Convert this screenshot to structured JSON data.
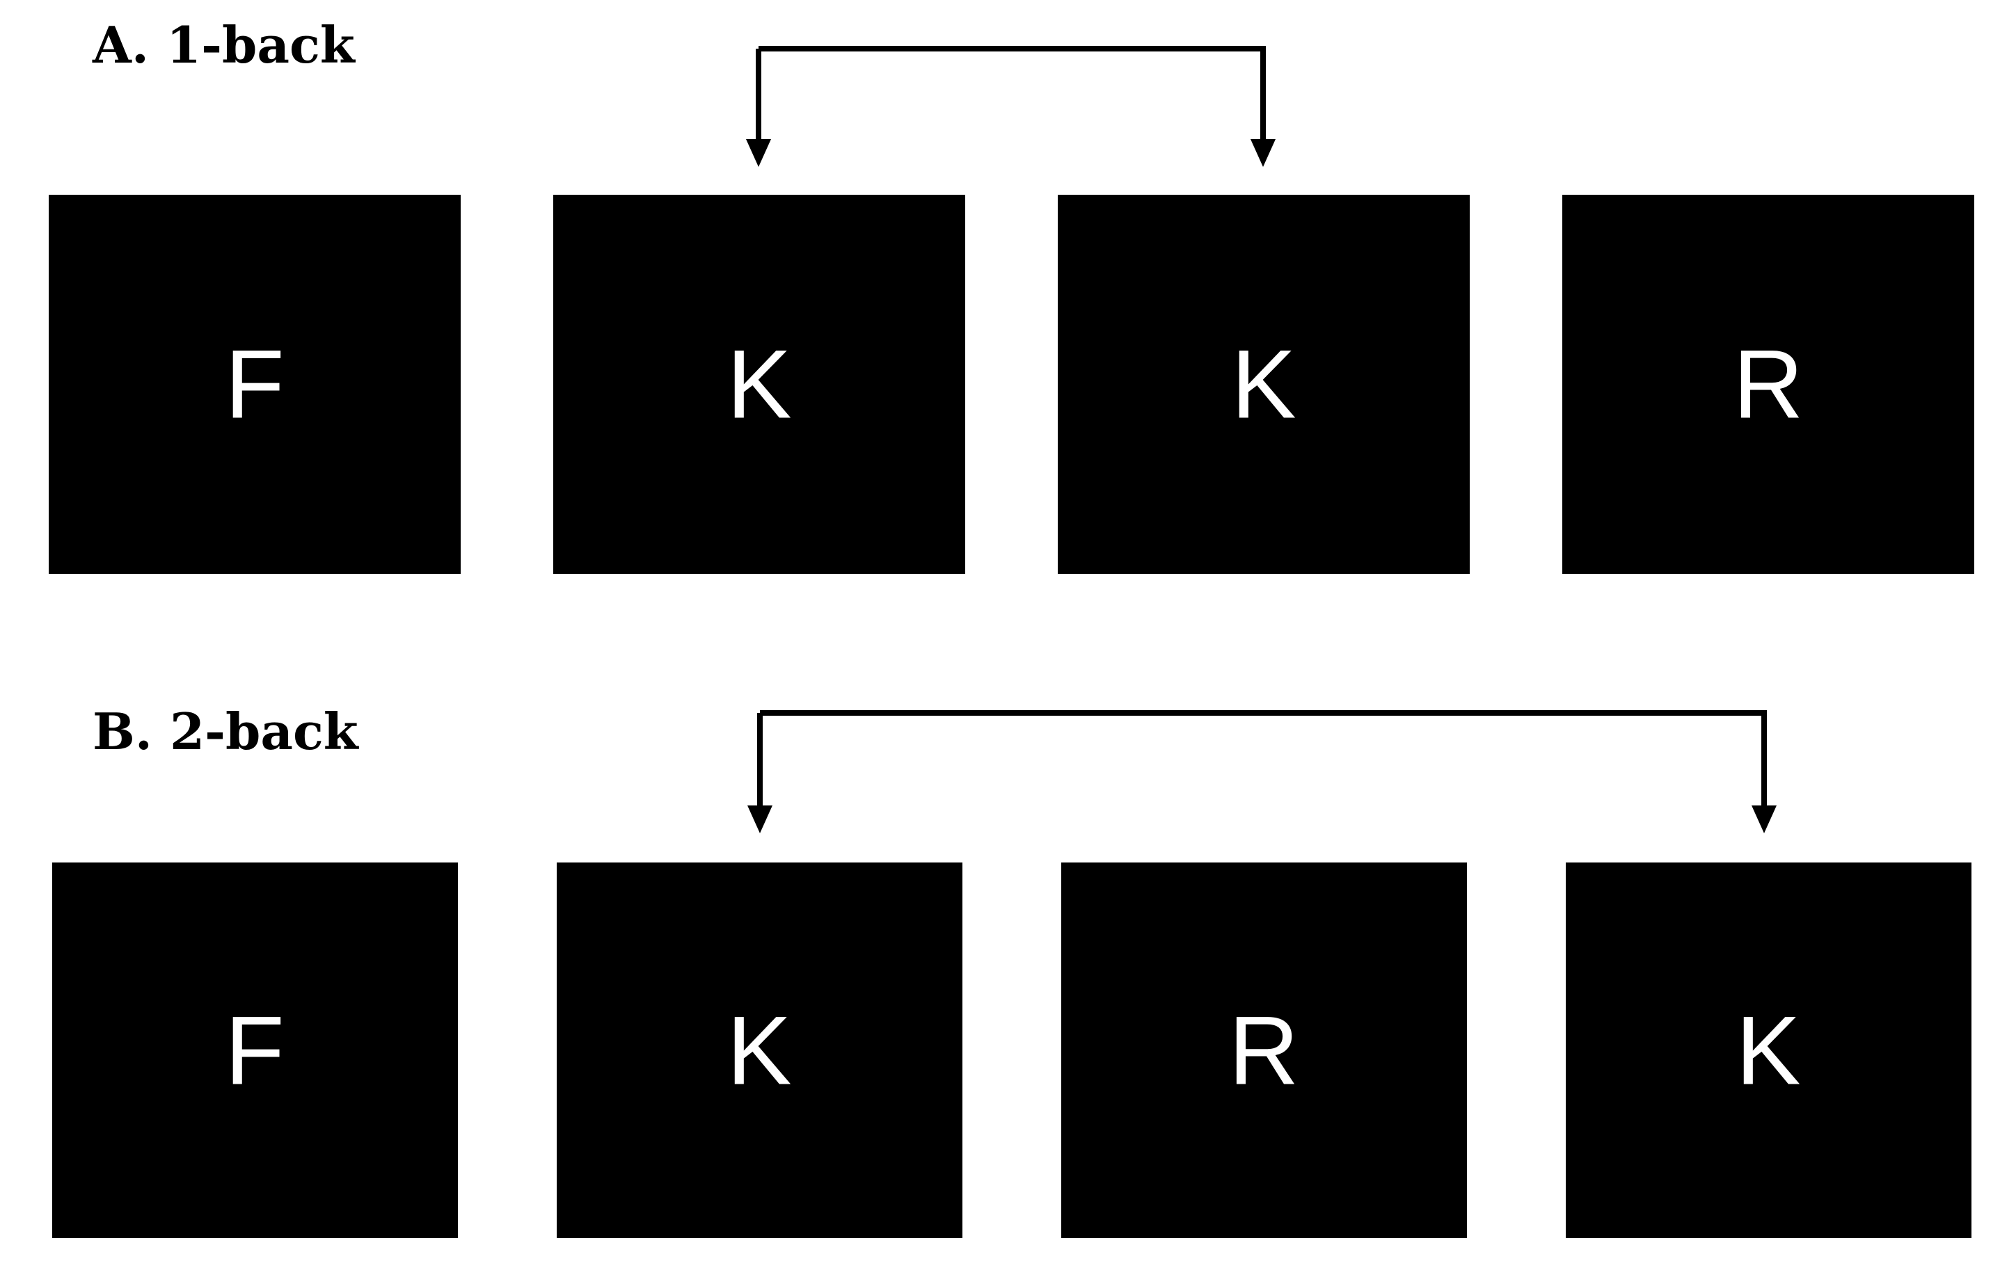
{
  "colors": {
    "background": "#ffffff",
    "box": "#000000",
    "letter": "#ffffff",
    "line": "#000000"
  },
  "panels": [
    {
      "title": "A. 1-back",
      "letters": [
        "F",
        "K",
        "K",
        "R"
      ],
      "match": [
        1,
        2
      ]
    },
    {
      "title": "B. 2-back",
      "letters": [
        "F",
        "K",
        "R",
        "K"
      ],
      "match": [
        1,
        3
      ]
    }
  ]
}
